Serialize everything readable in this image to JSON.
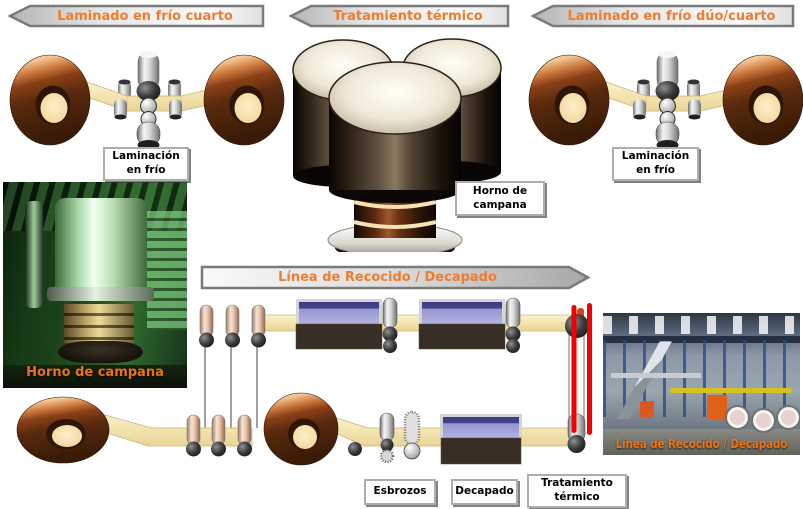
{
  "banners": {
    "top_left": "Laminado en frío cuarto",
    "top_center": "Tratamiento térmico",
    "top_right": "Laminado en frío dúo/cuarto",
    "middle": "Línea de Recocido / Decapado"
  },
  "boxes": {
    "laminacion_left": {
      "line1": "Laminación",
      "line2": "en frío"
    },
    "laminacion_right": {
      "line1": "Laminación",
      "line2": "en frío"
    },
    "horno_campana": {
      "line1": "Horno de",
      "line2": "campana"
    },
    "esbrozos": "Esbrozos",
    "decapado": "Decapado",
    "tratamiento": {
      "line1": "Tratamiento",
      "line2": "térmico"
    }
  },
  "photos": {
    "left_caption": "Horno de campana",
    "right_caption": "Línea de Recocido / Decapado"
  },
  "colors": {
    "banner_text": "#ED7D31",
    "caption_text": "#E8731A",
    "strip": "#F4E5B0",
    "tank_purple": "#A8A8DC",
    "tank_body": "#382E25",
    "furnace_line_red": "#F00000"
  }
}
